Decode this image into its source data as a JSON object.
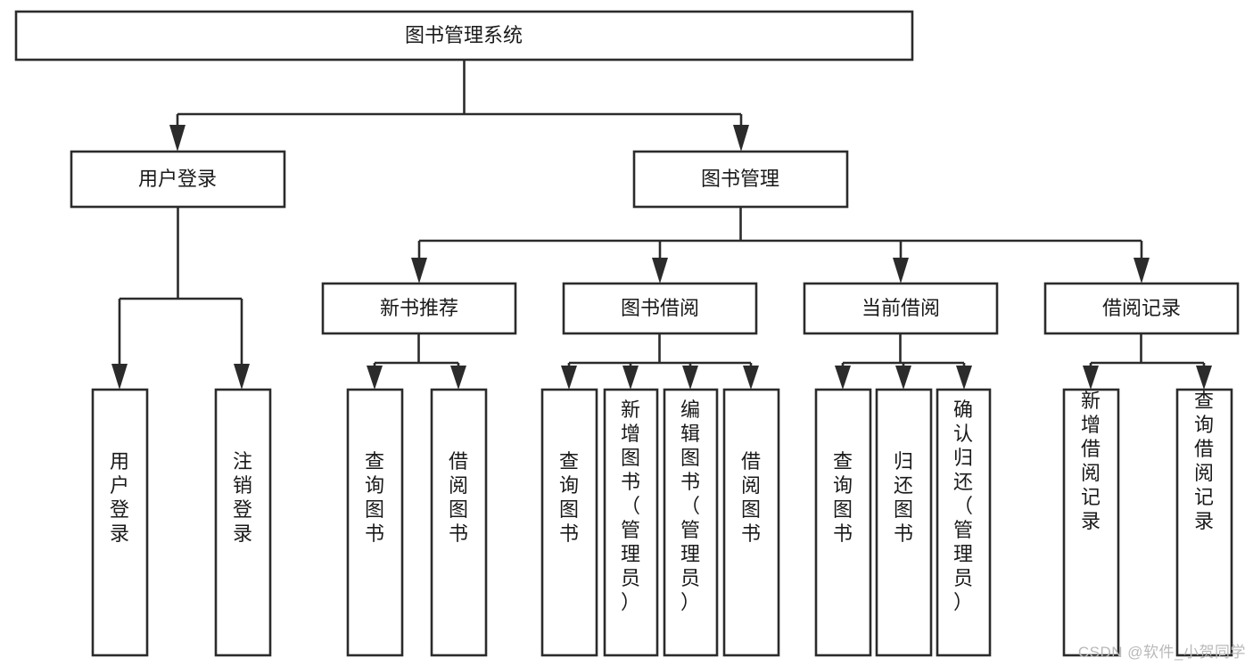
{
  "diagram": {
    "type": "tree-hierarchy",
    "title": "图书管理系统",
    "watermark": "CSDN @软件_小贺同学",
    "colors": {
      "stroke": "#2b2b2b",
      "fill": "#ffffff",
      "text": "#1a1a1a",
      "watermark": "#b9b9b9"
    },
    "levels": {
      "root": {
        "label": "图书管理系统"
      },
      "level2": [
        {
          "id": "user-login",
          "label": "用户登录"
        },
        {
          "id": "book-manage",
          "label": "图书管理"
        }
      ],
      "level3": [
        {
          "id": "new-book-recommend",
          "label": "新书推荐",
          "parent": "book-manage"
        },
        {
          "id": "book-borrow",
          "label": "图书借阅",
          "parent": "book-manage"
        },
        {
          "id": "current-borrow",
          "label": "当前借阅",
          "parent": "book-manage"
        },
        {
          "id": "borrow-record",
          "label": "借阅记录",
          "parent": "book-manage"
        }
      ],
      "leaves": [
        {
          "id": "leaf-user-login",
          "label": "用户登录",
          "parent": "user-login"
        },
        {
          "id": "leaf-logout",
          "label": "注销登录",
          "parent": "user-login"
        },
        {
          "id": "leaf-query-book-1",
          "label": "查询图书",
          "parent": "new-book-recommend"
        },
        {
          "id": "leaf-borrow-book-1",
          "label": "借阅图书",
          "parent": "new-book-recommend"
        },
        {
          "id": "leaf-query-book-2",
          "label": "查询图书",
          "parent": "book-borrow"
        },
        {
          "id": "leaf-add-book",
          "label": "新增图书（管理员）",
          "parent": "book-borrow"
        },
        {
          "id": "leaf-edit-book",
          "label": "编辑图书（管理员）",
          "parent": "book-borrow"
        },
        {
          "id": "leaf-borrow-book-2",
          "label": "借阅图书",
          "parent": "book-borrow"
        },
        {
          "id": "leaf-query-book-3",
          "label": "查询图书",
          "parent": "current-borrow"
        },
        {
          "id": "leaf-return-book",
          "label": "归还图书",
          "parent": "current-borrow"
        },
        {
          "id": "leaf-confirm-return",
          "label": "确认归还（管理员）",
          "parent": "current-borrow"
        },
        {
          "id": "leaf-add-record",
          "label": "新增借阅记录",
          "parent": "borrow-record"
        },
        {
          "id": "leaf-query-record",
          "label": "查询借阅记录",
          "parent": "borrow-record"
        }
      ]
    }
  }
}
